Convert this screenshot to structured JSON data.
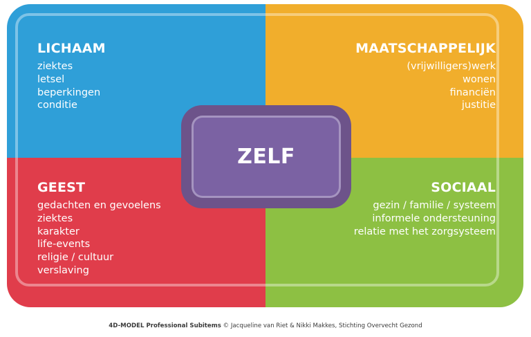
{
  "colors": {
    "lichaam": "#2f9fd8",
    "maatschappelijk": "#f1ae2c",
    "geest": "#e03d4b",
    "sociaal": "#8dc043",
    "zelf_outer": "#6d538a",
    "zelf_inner": "#7b62a3"
  },
  "quadrants": {
    "top_left": {
      "title": "LICHAAM",
      "items": [
        "ziektes",
        "letsel",
        "beperkingen",
        "conditie"
      ]
    },
    "top_right": {
      "title": "MAATSCHAPPELIJK",
      "items": [
        "(vrijwilligers)werk",
        "wonen",
        "financiën",
        "justitie"
      ]
    },
    "bottom_left": {
      "title": "GEEST",
      "items": [
        "gedachten en gevoelens",
        "ziektes",
        "karakter",
        "life-events",
        "religie / cultuur",
        "verslaving"
      ]
    },
    "bottom_right": {
      "title": "SOCIAAL",
      "items": [
        "gezin / familie / systeem",
        "informele ondersteuning",
        "relatie met het zorgsysteem"
      ]
    }
  },
  "center": {
    "label": "ZELF"
  },
  "caption": {
    "bold": "4D-MODEL Professional Subitems",
    "text": " © Jacqueline van Riet & Nikki Makkes, Stichting Overvecht Gezond"
  }
}
